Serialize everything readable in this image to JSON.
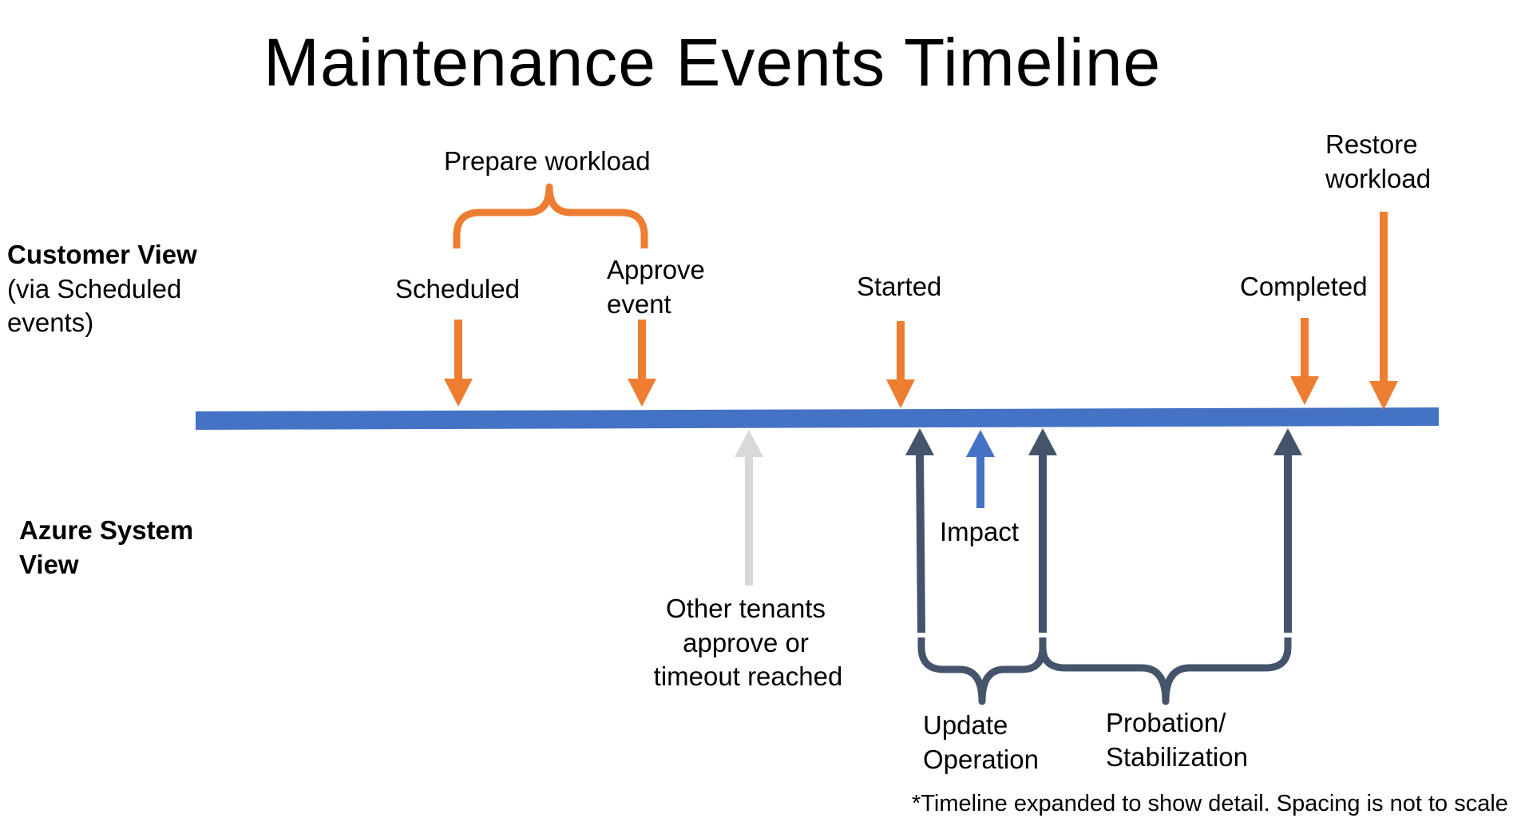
{
  "title": "Maintenance Events Timeline",
  "rows": {
    "customer_heading": "Customer View",
    "customer_sub_1": "(via Scheduled",
    "customer_sub_2": "events)",
    "azure_heading_1": "Azure System",
    "azure_heading_2": "View"
  },
  "customer_events": {
    "prepare": "Prepare workload",
    "scheduled": "Scheduled",
    "approve_1": "Approve",
    "approve_2": "event",
    "started": "Started",
    "completed": "Completed",
    "restore_1": "Restore",
    "restore_2": "workload"
  },
  "system_events": {
    "other_1": "Other tenants",
    "other_2": "approve or",
    "other_3": "timeout reached",
    "impact": "Impact",
    "update_1": "Update",
    "update_2": "Operation",
    "probation_1": "Probation/",
    "probation_2": "Stabilization"
  },
  "footnote": "*Timeline expanded to show detail. Spacing is not to scale",
  "colors": {
    "timeline": "#4472C4",
    "customer_arrow": "#ED7D31",
    "system_arrow": "#44546A",
    "other_arrow": "#D9D9D9",
    "impact_arrow": "#4472C4"
  }
}
